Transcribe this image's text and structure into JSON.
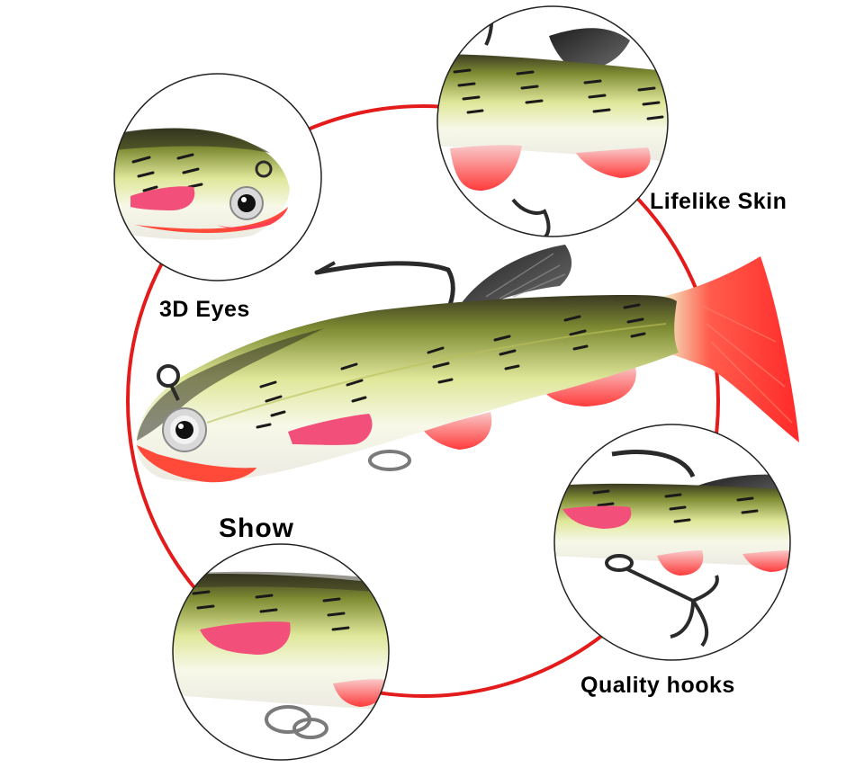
{
  "labels": {
    "eyes": "3D Eyes",
    "skin": "Lifelike Skin",
    "show": "Show",
    "hooks": "Quality hooks"
  },
  "colors": {
    "ring": "#e31b1b",
    "body_olive": "#8c9a3a",
    "body_yellow": "#e8edb0",
    "belly": "#f4f4ee",
    "fin_red": "#ff3b3b",
    "blush_pink": "#f2507a",
    "hook_dark": "#2a2a2a"
  },
  "icons": [
    "fishing-lure",
    "treble-hook",
    "single-hook",
    "eye"
  ]
}
